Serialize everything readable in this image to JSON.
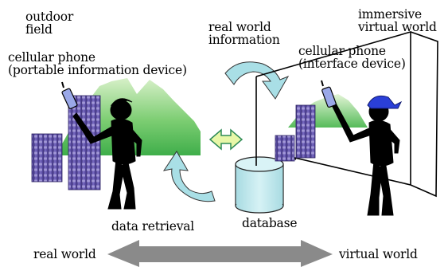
{
  "labels": {
    "outdoor_field": [
      "outdoor",
      "field"
    ],
    "phone_left": [
      "cellular phone",
      "(portable information device)"
    ],
    "real_world_information": [
      "real world",
      "information"
    ],
    "immersive_virtual_world": [
      "immersive",
      "virtual world"
    ],
    "phone_right": [
      "cellular phone",
      "(interface device)"
    ],
    "data_retrieval": "data retrieval",
    "database": "database",
    "real_world": "real world",
    "virtual_world": "virtual world"
  },
  "colors": {
    "mountain": "#6ac46a",
    "mountain_light": "#d7f0c8",
    "building": "#6d5fb0",
    "building_dark": "#3b2f78",
    "curved_arrow": "#a9dfe6",
    "double_arrow_fill": "#e8f7a8",
    "double_arrow_stroke": "#2e8b57",
    "database": "#bfe8ec",
    "bottom_arrow": "#8a8a8a",
    "cap": "#2a3fd8",
    "phone": "#9aa8e8"
  }
}
